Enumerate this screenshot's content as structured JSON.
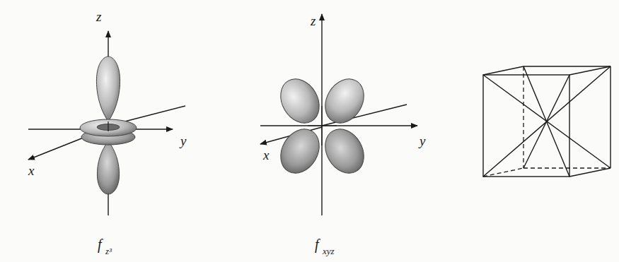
{
  "diagram": {
    "labels": [
      "z",
      "x",
      "y",
      "f",
      "z³",
      "z",
      "y",
      "x",
      "f",
      "xyz"
    ]
  }
}
